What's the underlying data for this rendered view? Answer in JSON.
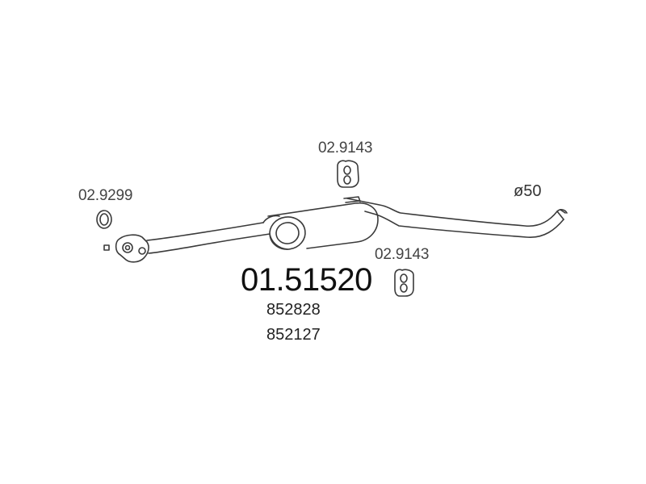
{
  "diagram": {
    "main_part_number": "01.51520",
    "reference_numbers": [
      "852828",
      "852127"
    ],
    "components": {
      "gasket_label": "02.9299",
      "hanger_top_label": "02.9143",
      "hanger_bottom_label": "02.9143",
      "diameter_label": "ø50"
    },
    "colors": {
      "line": "#3a3a3a",
      "background": "#ffffff"
    }
  }
}
